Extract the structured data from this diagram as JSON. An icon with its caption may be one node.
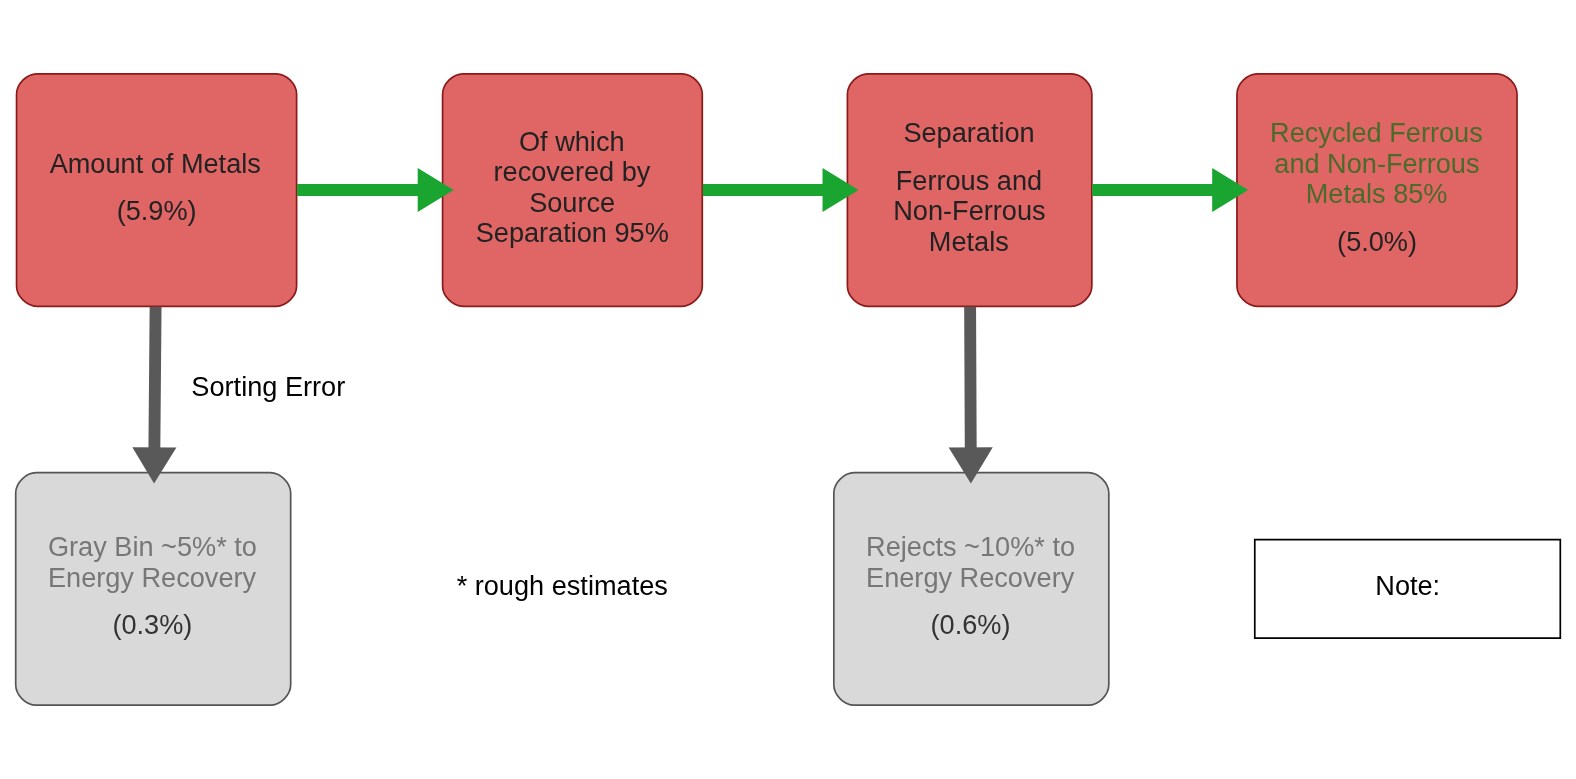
{
  "diagram": {
    "nodes": [
      {
        "text": [
          "Amount of Metals",
          "(5.9%)"
        ]
      },
      {
        "text": [
          "Of which recovered by Source Separation 95%"
        ]
      },
      {
        "text": [
          "Separation",
          "Ferrous and Non-Ferrous Metals"
        ]
      },
      {
        "text": [
          "Recycled Ferrous and Non-Ferrous Metals 85%",
          "(5.0%)"
        ]
      },
      {
        "text": [
          "Gray Bin ~5%* to Energy Recovery",
          "(0.3%)"
        ]
      },
      {
        "text": [
          "Rejects ~10%* to Energy Recovery",
          "(0.6%)"
        ]
      },
      {
        "text": [
          "Note:"
        ]
      }
    ],
    "edges": [
      {
        "from": 0,
        "to": 1,
        "arrow": "to"
      },
      {
        "from": 1,
        "to": 2,
        "arrow": "to"
      },
      {
        "from": 2,
        "to": 3,
        "arrow": "to"
      },
      {
        "from": 0,
        "to": 4,
        "arrow": "to",
        "label": "Sorting Error",
        "color": "#595959"
      },
      {
        "from": 2,
        "to": 5,
        "arrow": "to",
        "color": "#595959"
      }
    ],
    "labels": [
      "* rough estimates"
    ]
  }
}
